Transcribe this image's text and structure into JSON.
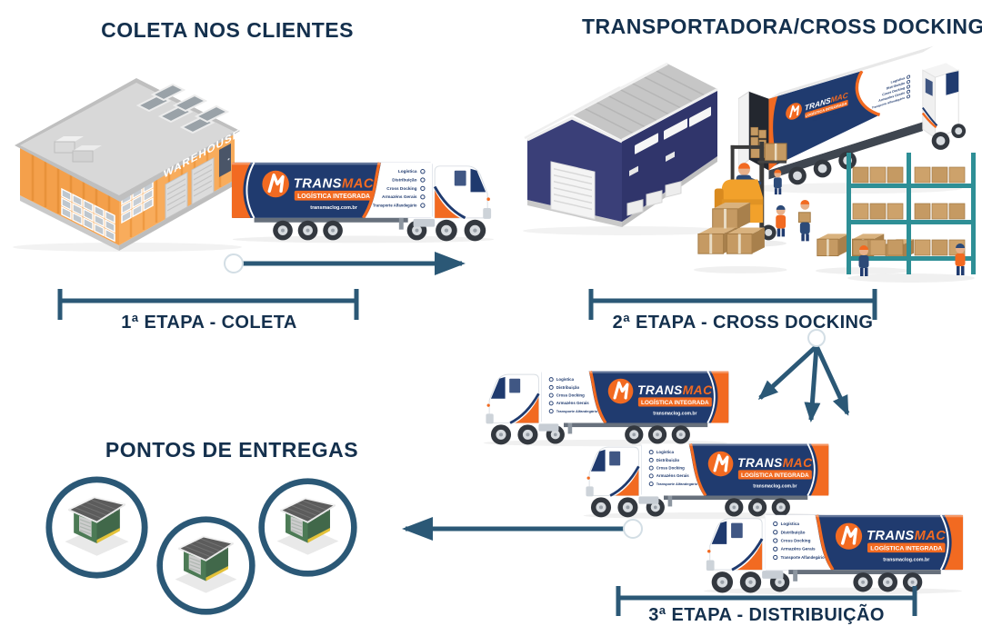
{
  "sections": {
    "pickup": {
      "title": "COLETA NOS CLIENTES",
      "step_label": "1ª ETAPA - COLETA",
      "building_sign": "WAREHOUSE"
    },
    "crossdock": {
      "title": "TRANSPORTADORA/CROSS DOCKING",
      "step_label": "2ª ETAPA - CROSS DOCKING"
    },
    "delivery": {
      "title": "PONTOS DE ENTREGAS",
      "step_label": "3ª ETAPA - DISTRIBUIÇÃO"
    }
  },
  "truck_branding": {
    "brand_part1": "TRANS",
    "brand_part2": "MAC",
    "tagline": "LOGÍSTICA INTEGRADA",
    "website": "transmaclog.com.br",
    "services": [
      "Logística",
      "Distribuição",
      "Cross Docking",
      "Armazéns Gerais",
      "Transporte Alfandegário"
    ]
  },
  "colors": {
    "title_navy": "#14304D",
    "steel_blue": "#2B5876",
    "brand_navy": "#203B6F",
    "brand_orange": "#F26A21"
  }
}
